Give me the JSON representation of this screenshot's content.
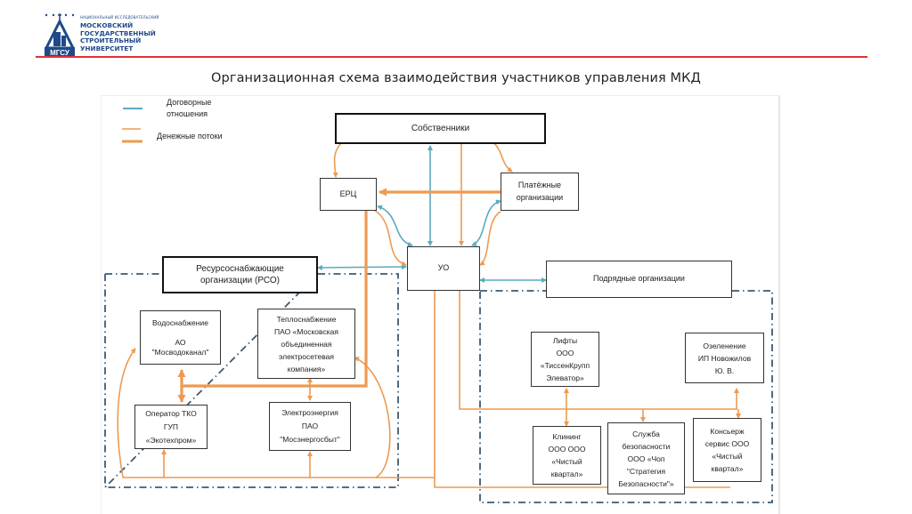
{
  "header": {
    "logo_small": "НАЦИОНАЛЬНЫЙ ИССЛЕДОВАТЕЛЬСКИЙ",
    "logo_lines": [
      "МОСКОВСКИЙ",
      "ГОСУДАРСТВЕННЫЙ",
      "СТРОИТЕЛЬНЫЙ",
      "УНИВЕРСИТЕТ"
    ],
    "logo_abbr": "МГСУ",
    "accent_color": "#e0333a",
    "brand_color": "#1f4a8a"
  },
  "title": "Организационная схема взаимодействия участников управления МКД",
  "legend": {
    "contract": {
      "label": "Договорные\nотношения",
      "color": "#5aaac0"
    },
    "money": {
      "label": "Денежные потоки",
      "color": "#ee9a52"
    }
  },
  "nodes": {
    "owners": "Собственники",
    "erc": "ЕРЦ",
    "payment": "Платёжные\nорганизации",
    "uo": "УО",
    "rso": "Ресурсоснабжающие\nорганизации (РСО)",
    "contractors": "Подрядные организации",
    "water": "Водоснабжение\n\nАО\n\"Мосводоканал\"",
    "heat": "Теплоснабжение\nПАО «Московская\nобъединенная\nэлектросетевая\nкомпания»",
    "tko": "Оператор ТКО\nГУП\n«Экотехпром»",
    "electricity": "Электроэнергия\nПАО\n\"Мосэнергосбыт\"",
    "lifts": "Лифты\nООО\n«ТиссенКрупп\nЭлеватор»",
    "greening": "Озеленение\nИП Новожилов\nЮ. В.",
    "cleaning": "Клининг\nООО ООО\n«Чистый\nквартал»",
    "security": "Служба\nбезопасности\nООО «Чоп\n\"Стратегия\nБезопасности\"»",
    "concierge": "Консьерж\nсервис ООО\n«Чистый\nквартал»"
  },
  "colors": {
    "contract_line": "#5aaac0",
    "money_line": "#ee9a52",
    "group_border": "#3d5a73"
  }
}
